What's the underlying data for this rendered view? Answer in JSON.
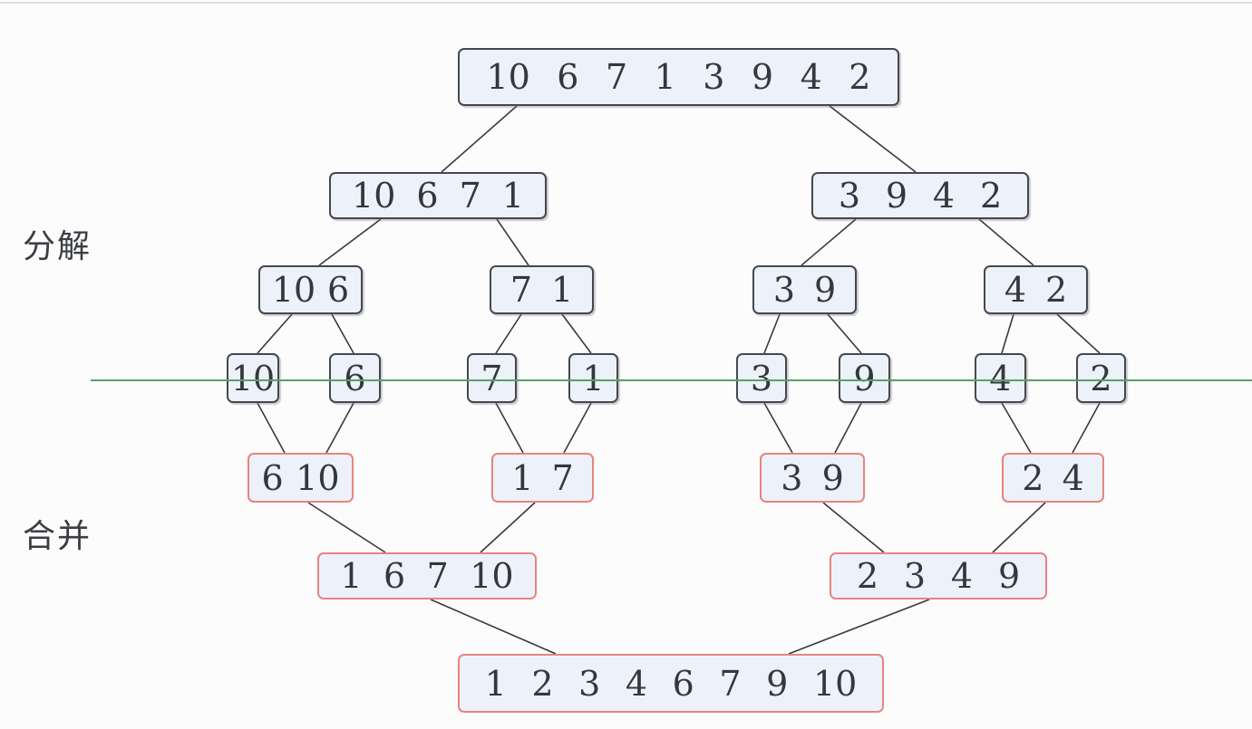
{
  "labels": {
    "decompose": "分解",
    "merge": "合并"
  },
  "diagram": {
    "type": "merge-sort-recursion-tree",
    "split": {
      "level0": [
        10,
        6,
        7,
        1,
        3,
        9,
        4,
        2
      ],
      "level1": [
        [
          10,
          6,
          7,
          1
        ],
        [
          3,
          9,
          4,
          2
        ]
      ],
      "level2": [
        [
          10,
          6
        ],
        [
          7,
          1
        ],
        [
          3,
          9
        ],
        [
          4,
          2
        ]
      ],
      "level3": [
        [
          10
        ],
        [
          6
        ],
        [
          7
        ],
        [
          1
        ],
        [
          3
        ],
        [
          9
        ],
        [
          4
        ],
        [
          2
        ]
      ]
    },
    "merge": {
      "level1": [
        [
          6,
          10
        ],
        [
          1,
          7
        ],
        [
          3,
          9
        ],
        [
          2,
          4
        ]
      ],
      "level2": [
        [
          1,
          6,
          7,
          10
        ],
        [
          2,
          3,
          4,
          9
        ]
      ],
      "level3": [
        [
          1,
          2,
          3,
          4,
          6,
          7,
          9,
          10
        ]
      ]
    },
    "colors": {
      "split_box_border": "#45484d",
      "merge_box_border": "#e8847f",
      "box_fill": "#edf1f9",
      "connector_line": "#3a3a3a",
      "baseline_green": "#55a266"
    }
  }
}
